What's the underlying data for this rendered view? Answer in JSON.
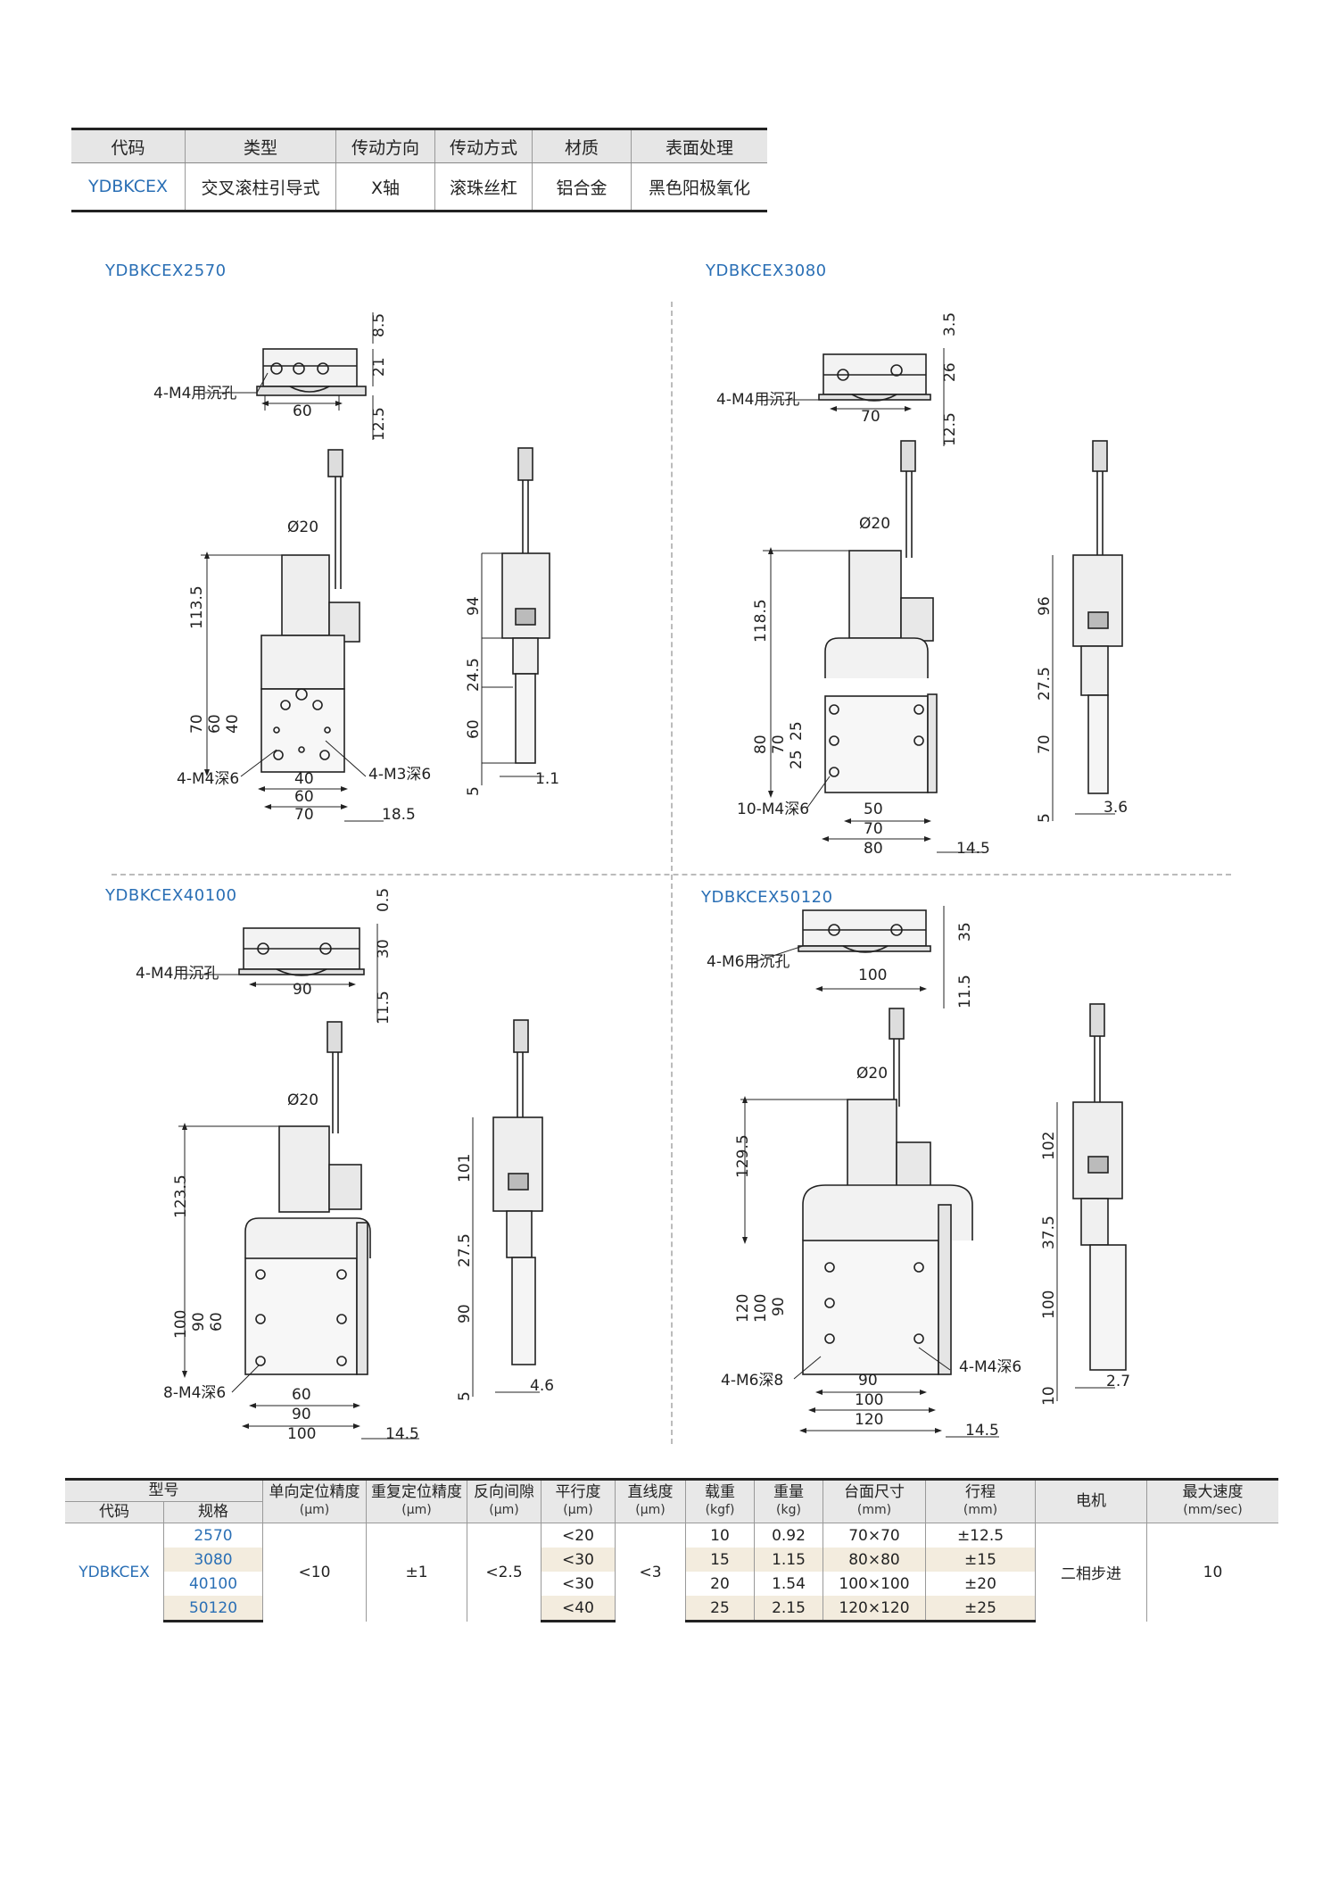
{
  "top_table": {
    "headers": [
      "代码",
      "类型",
      "传动方向",
      "传动方式",
      "材质",
      "表面处理"
    ],
    "row": [
      "YDBKCEX",
      "交叉滚柱引导式",
      "X轴",
      "滚珠丝杠",
      "铝合金",
      "黑色阳极氧化"
    ]
  },
  "drawings": [
    {
      "model": "YDBKCEX2570",
      "end_view": {
        "hole": "4-M4用沉孔",
        "width": "60",
        "dims": [
          "8.5",
          "21",
          "12.5"
        ]
      },
      "top_view": {
        "motor_dia": "Ø20",
        "height": "113.5",
        "v_dims": [
          "70",
          "60",
          "40"
        ],
        "h_dims": [
          "40",
          "60",
          "70"
        ],
        "offset": "18.5",
        "holes_a": "4-M4深6",
        "holes_b": "4-M3深6"
      },
      "side_view": {
        "dims": [
          "94",
          "24.5",
          "60",
          "5"
        ],
        "gap": "1.1"
      }
    },
    {
      "model": "YDBKCEX3080",
      "end_view": {
        "hole": "4-M4用沉孔",
        "width": "70",
        "dims": [
          "3.5",
          "26",
          "12.5"
        ]
      },
      "top_view": {
        "motor_dia": "Ø20",
        "height": "118.5",
        "v_dims": [
          "80",
          "70",
          "25",
          "25"
        ],
        "h_dims": [
          "50",
          "70",
          "80"
        ],
        "offset": "14.5",
        "holes_a": "10-M4深6",
        "holes_b": ""
      },
      "side_view": {
        "dims": [
          "96",
          "27.5",
          "70",
          "5"
        ],
        "gap": "3.6"
      }
    },
    {
      "model": "YDBKCEX40100",
      "end_view": {
        "hole": "4-M4用沉孔",
        "width": "90",
        "dims": [
          "0.5",
          "30",
          "11.5"
        ]
      },
      "top_view": {
        "motor_dia": "Ø20",
        "height": "123.5",
        "v_dims": [
          "100",
          "90",
          "60"
        ],
        "h_dims": [
          "60",
          "90",
          "100"
        ],
        "offset": "14.5",
        "holes_a": "8-M4深6",
        "holes_b": ""
      },
      "side_view": {
        "dims": [
          "101",
          "27.5",
          "90",
          "5"
        ],
        "gap": "4.6"
      }
    },
    {
      "model": "YDBKCEX50120",
      "end_view": {
        "hole": "4-M6用沉孔",
        "width": "100",
        "dims": [
          "35",
          "11.5"
        ]
      },
      "top_view": {
        "motor_dia": "Ø20",
        "height": "129.5",
        "v_dims": [
          "120",
          "100",
          "90"
        ],
        "h_dims": [
          "90",
          "100",
          "120"
        ],
        "offset": "14.5",
        "holes_a": "4-M6深8",
        "holes_b": "4-M4深6"
      },
      "side_view": {
        "dims": [
          "102",
          "37.5",
          "100",
          "10"
        ],
        "gap": "2.7"
      }
    }
  ],
  "bottom_table": {
    "group_header": "型号",
    "col_code": "代码",
    "col_spec": "规格",
    "headers": [
      {
        "label": "单向定位精度",
        "unit": "(μm)"
      },
      {
        "label": "重复定位精度",
        "unit": "(μm)"
      },
      {
        "label": "反向间隙",
        "unit": "(μm)"
      },
      {
        "label": "平行度",
        "unit": "(μm)"
      },
      {
        "label": "直线度",
        "unit": "(μm)"
      },
      {
        "label": "载重",
        "unit": "(kgf)"
      },
      {
        "label": "重量",
        "unit": "(kg)"
      },
      {
        "label": "台面尺寸",
        "unit": "(mm)"
      },
      {
        "label": "行程",
        "unit": "(mm)"
      },
      {
        "label": "电机",
        "unit": ""
      },
      {
        "label": "最大速度",
        "unit": "(mm/sec)"
      }
    ],
    "code": "YDBKCEX",
    "uni_accuracy": "<10",
    "repeat_accuracy": "±1",
    "backlash": "<2.5",
    "straightness": "<3",
    "motor": "二相步进",
    "max_speed": "10",
    "rows": [
      {
        "spec": "2570",
        "parallel": "<20",
        "load": "10",
        "weight": "0.92",
        "table": "70×70",
        "stroke": "±12.5"
      },
      {
        "spec": "3080",
        "parallel": "<30",
        "load": "15",
        "weight": "1.15",
        "table": "80×80",
        "stroke": "±15"
      },
      {
        "spec": "40100",
        "parallel": "<30",
        "load": "20",
        "weight": "1.54",
        "table": "100×100",
        "stroke": "±20"
      },
      {
        "spec": "50120",
        "parallel": "<40",
        "load": "25",
        "weight": "2.15",
        "table": "120×120",
        "stroke": "±25"
      }
    ]
  }
}
